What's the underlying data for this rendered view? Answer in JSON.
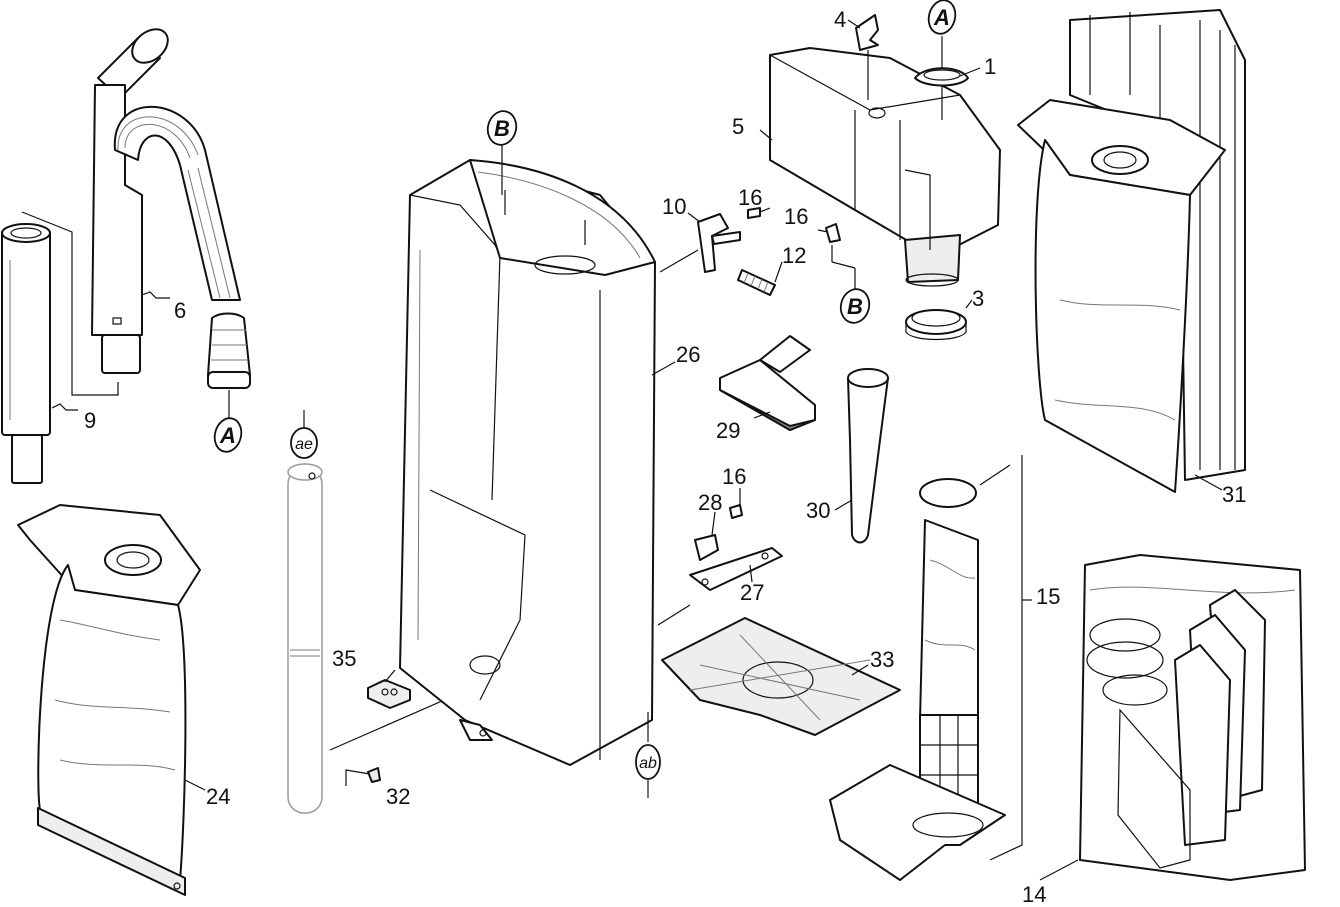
{
  "callouts": {
    "c1": "1",
    "c3": "3",
    "c4": "4",
    "c5": "5",
    "c6": "6",
    "c9": "9",
    "c10": "10",
    "c12": "12",
    "c14": "14",
    "c15": "15",
    "c16a": "16",
    "c16b": "16",
    "c16c": "16",
    "c24": "24",
    "c26": "26",
    "c27": "27",
    "c28": "28",
    "c29": "29",
    "c30": "30",
    "c31": "31",
    "c32": "32",
    "c33": "33",
    "c35": "35"
  },
  "connection_marks": {
    "a_top": "A",
    "a_hose": "A",
    "b_body": "B",
    "b_screw": "B",
    "ae": "ae",
    "ab": "ab"
  }
}
